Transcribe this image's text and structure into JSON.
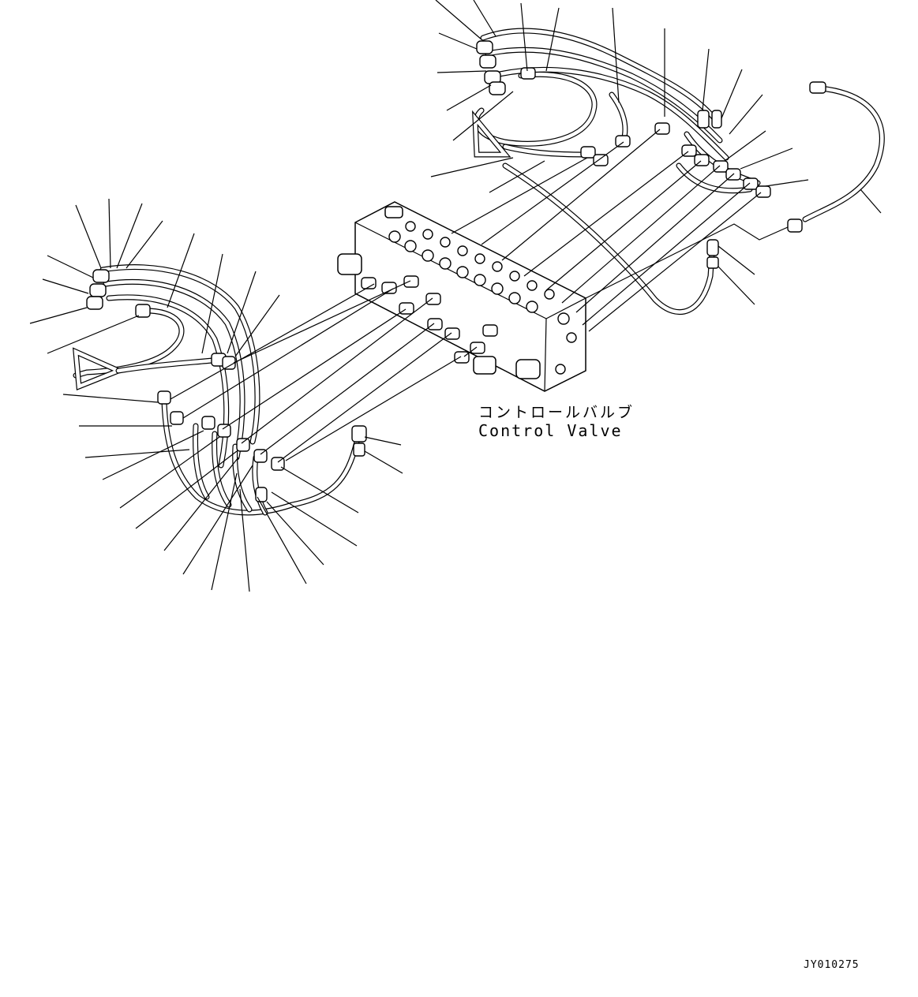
{
  "diagram": {
    "component_label_jp": "コントロールバルブ",
    "component_label_en": "Control Valve",
    "drawing_code": "JY010275"
  }
}
